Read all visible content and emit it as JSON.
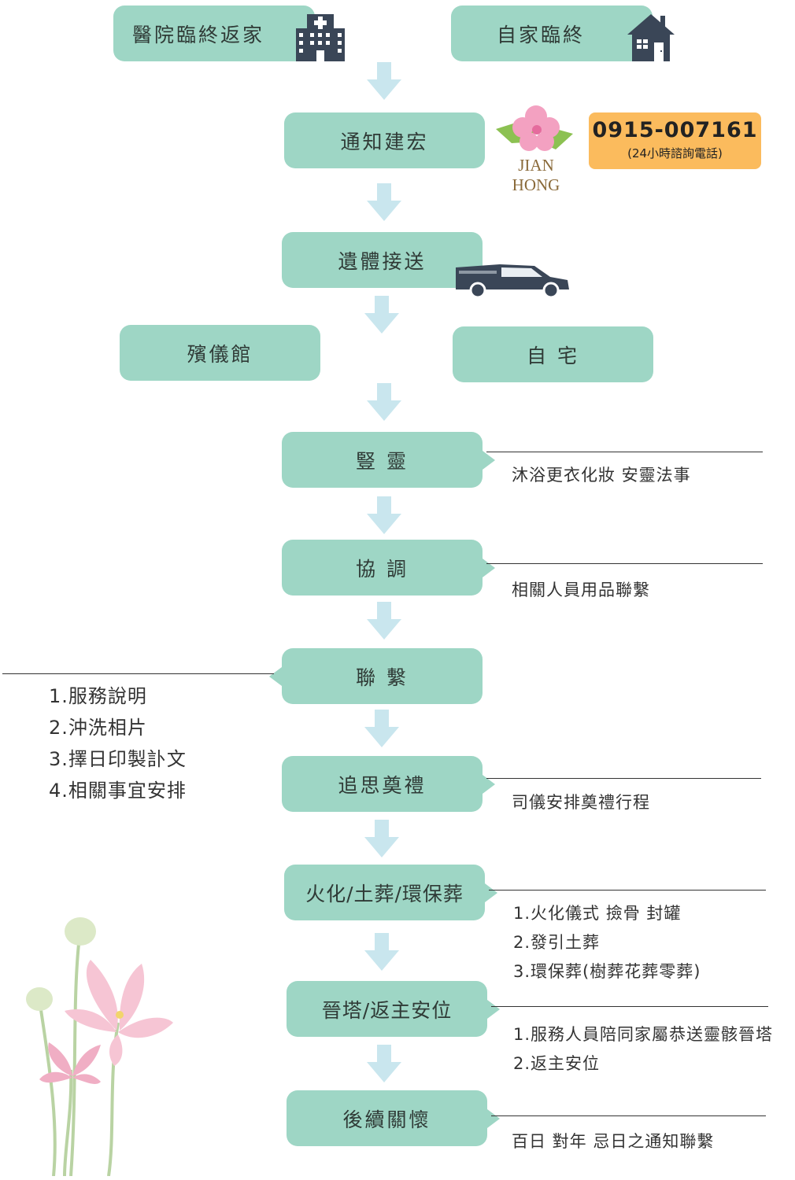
{
  "start": {
    "hospital": "醫院臨終返家",
    "home": "自家臨終"
  },
  "steps": {
    "notify": "通知建宏",
    "transport": "遺體接送",
    "funeral_hall": "殯儀館",
    "residence": "自 宅",
    "set_spirit": "豎 靈",
    "coordinate": "協 調",
    "contact": "聯 繫",
    "memorial": "追思奠禮",
    "cremation": "火化/土葬/環保葬",
    "enshrine": "晉塔/返主安位",
    "aftercare": "後續關懷"
  },
  "brand": {
    "name": "JIAN HONG"
  },
  "phone": {
    "number": "0915-007161",
    "note": "(24小時諮詢電話)"
  },
  "notes": {
    "set_spirit": "沐浴更衣化妝 安靈法事",
    "coordinate": "相關人員用品聯繫",
    "contact": [
      "1.服務說明",
      "2.沖洗相片",
      "3.擇日印製訃文",
      "4.相關事宜安排"
    ],
    "memorial": "司儀安排奠禮行程",
    "cremation": [
      "1.火化儀式 撿骨 封罐",
      "2.發引土葬",
      "3.環保葬(樹葬花葬零葬)"
    ],
    "enshrine": [
      "1.服務人員陪同家屬恭送靈骸晉塔",
      "2.返主安位"
    ],
    "aftercare": "百日 對年 忌日之通知聯繫"
  },
  "colors": {
    "box": "#9ed6c5",
    "arrow": "#c9e6ee",
    "phone": "#fbbb5d"
  }
}
